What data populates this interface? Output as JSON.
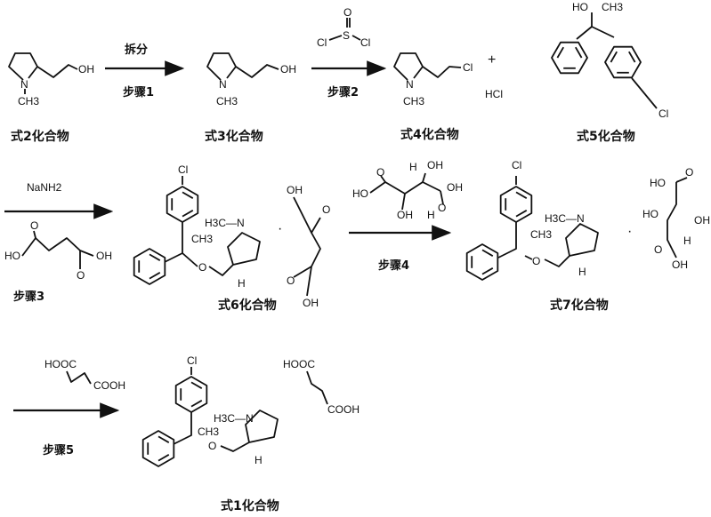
{
  "compounds": {
    "c2": "式2化合物",
    "c3": "式3化合物",
    "c4": "式4化合物",
    "c5": "式5化合物",
    "c6": "式6化合物",
    "c7": "式7化合物",
    "c1": "式1化合物"
  },
  "steps": {
    "s1_top": "拆分",
    "s1": "步骤1",
    "s2": "步骤2",
    "s3_reagent": "NaNH2",
    "s3": "步骤3",
    "s4": "步骤4",
    "s5": "步骤5"
  },
  "atoms": {
    "oh": "OH",
    "ho": "HO",
    "n": "N",
    "ch3": "CH3",
    "h3c_n": "H3C—N",
    "cl": "Cl",
    "s": "S",
    "o": "O",
    "h": "H",
    "hcl": "HCl",
    "plus": "+",
    "dot": "·",
    "hooc": "HOOC",
    "cooh": "COOH"
  }
}
